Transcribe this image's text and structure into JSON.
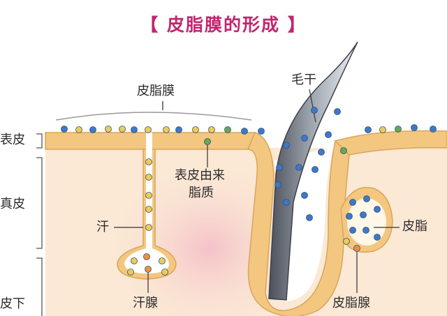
{
  "title": "【 皮脂膜的形成 】",
  "labels": {
    "sebum_film": "皮脂膜",
    "hair_shaft": "毛干",
    "epidermis": "表皮",
    "dermis": "真皮",
    "subcutis": "皮下",
    "epidermal_lipid_line1": "表皮由来",
    "epidermal_lipid_line2": "脂质",
    "sweat": "汗",
    "sweat_gland": "汗腺",
    "sebum": "皮脂",
    "sebaceous_gland": "皮脂腺"
  },
  "colors": {
    "title": "#c0266e",
    "skin_band": "#f3c77f",
    "skin_outline": "#d8a55a",
    "dermis": "#fbe8d5",
    "pink_glow": "#f6c9cf",
    "hair_dark": "#555b66",
    "hair_light": "#dfe3e8",
    "dot_blue": "#3f78c3",
    "dot_yellow": "#eccc52",
    "dot_green": "#6aa84f",
    "dot_orange": "#ee8f3c",
    "leader": "#333333"
  }
}
